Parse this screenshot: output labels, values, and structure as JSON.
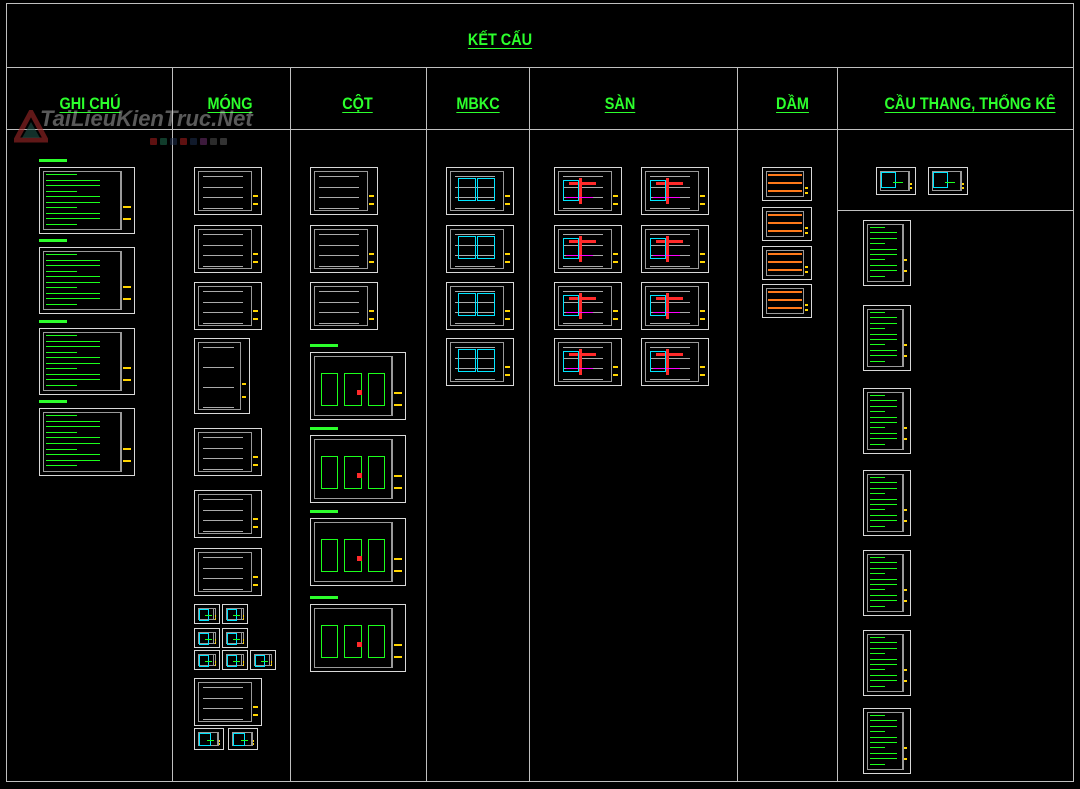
{
  "title": "KẾT CẤU",
  "columns": [
    {
      "id": "ghi-chu",
      "label": "GHI CHÚ"
    },
    {
      "id": "mong",
      "label": "MÓNG"
    },
    {
      "id": "cot",
      "label": "CỘT"
    },
    {
      "id": "mbkc",
      "label": "MBKC"
    },
    {
      "id": "san",
      "label": "SÀN"
    },
    {
      "id": "dam",
      "label": "DẦM"
    },
    {
      "id": "cau-thang",
      "label": "CẦU THANG, THỐNG KÊ"
    }
  ],
  "watermark": "TaiLieuKienTruc.Net",
  "colors": {
    "heading": "#2cff2c",
    "frame": "#bfbfbf",
    "background": "#000000"
  }
}
